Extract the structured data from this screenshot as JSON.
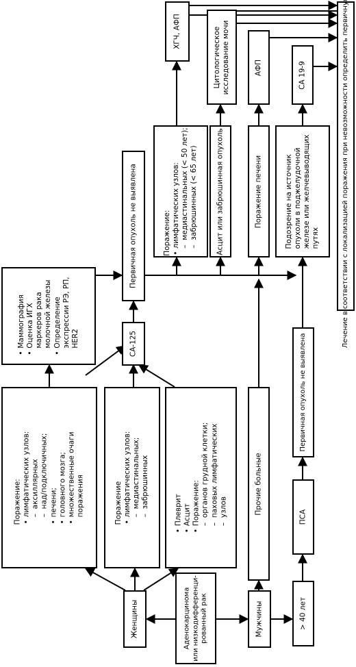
{
  "root": {
    "lines": [
      "Аденокарцинома",
      "или низкодифференци-",
      "рованный рак"
    ]
  },
  "women": {
    "label": "Женщины"
  },
  "men": {
    "label": "Мужчины"
  },
  "breast_lesion": {
    "title": "Поражение:",
    "items": [
      {
        "text": "лимфатических узлов:",
        "sub": [
          "аксиллярных",
          "над/подключичных;"
        ]
      },
      {
        "text": "печени;",
        "sub": []
      },
      {
        "text": "головного мозга;",
        "sub": []
      },
      {
        "text": "множественные очаги",
        "cont": "поражения",
        "sub": []
      }
    ]
  },
  "lymph_lesion_women": {
    "title": "Поражение",
    "items": [
      {
        "text": "лимфатических узлов:",
        "sub": [
          "медиастинальных;",
          "забрюшинных"
        ]
      }
    ]
  },
  "pleuritis": {
    "items": [
      {
        "text": "Плеврит",
        "sub": []
      },
      {
        "text": "Асцит",
        "sub": []
      },
      {
        "text": "Поражение:",
        "sub": [
          "органов грудной клетки;",
          "паховых лимфатических",
          "узлов"
        ]
      }
    ]
  },
  "mammography": {
    "items": [
      {
        "text": "Маммография"
      },
      {
        "text": "Оценка ИГХ",
        "cont": [
          "маркеров рака",
          "молочной железы"
        ]
      },
      {
        "text": "Определение",
        "cont": [
          "экспрессии РЭ, РП,",
          "HER2"
        ]
      }
    ]
  },
  "ca125": {
    "label": "CA-125"
  },
  "primary_not_found_1": {
    "label": "Первичная опухоль не выявлена"
  },
  "lymph_lesion_mid": {
    "title": "Поражение:",
    "items": [
      {
        "text": "лимфатических узлов:",
        "sub": [
          "медиастинальных (< 50 лет);",
          "забрюшинных (< 65 лет)"
        ]
      }
    ]
  },
  "hcg_afp": {
    "label": "ХГЧ, АФП"
  },
  "ascites_retro": {
    "label": "Асцит или забрюшинная опухоль"
  },
  "cytology": {
    "lines": [
      "Цитологическое",
      "исследование мочи"
    ]
  },
  "liver_lesion": {
    "label": "Поражение печени"
  },
  "afp": {
    "label": "АФП"
  },
  "pancreas": {
    "lines": [
      "Подозрение на источник",
      "опухоли в поджелудочной",
      "железе или желчевыводящих",
      "путях"
    ]
  },
  "ca199": {
    "label": "CA 19-9"
  },
  "other_patients": {
    "label": "Прочие больные"
  },
  "over40": {
    "label": "> 40 лет"
  },
  "psa": {
    "label": "ПСА"
  },
  "primary_not_found_2": {
    "label": "Первичная опухоль не выявлена"
  },
  "treatment": {
    "label": "Лечение в соответствии с локализацией поражения при невозможности определить первичную опухоль"
  }
}
